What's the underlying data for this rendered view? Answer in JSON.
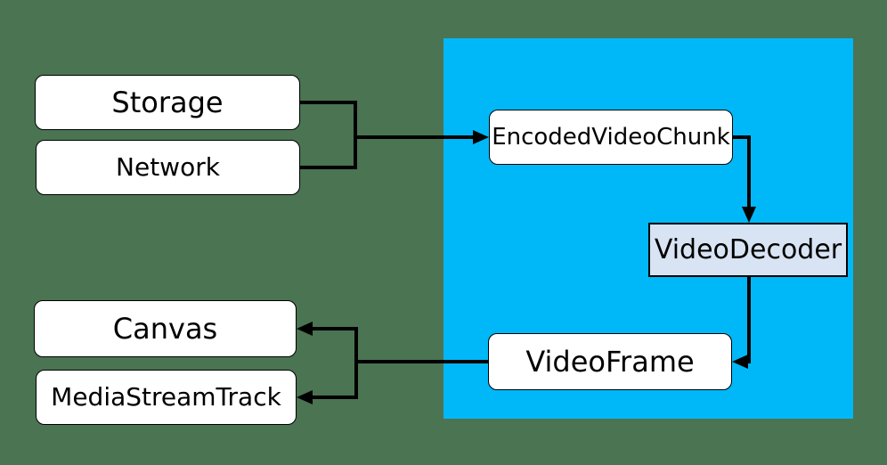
{
  "colors": {
    "background": "#4a7452",
    "region_fill": "#00b8f8",
    "box_fill": "#ffffff",
    "box_border": "#000000",
    "decoder_box_fill": "#d8e3f3",
    "connector": "#000000",
    "text": "#000000"
  },
  "nodes": {
    "storage": {
      "label": "Storage"
    },
    "network": {
      "label": "Network"
    },
    "encoded_video_chunk": {
      "label": "EncodedVideoChunk"
    },
    "video_decoder": {
      "label": "VideoDecoder"
    },
    "video_frame": {
      "label": "VideoFrame"
    },
    "canvas": {
      "label": "Canvas"
    },
    "media_stream_track": {
      "label": "MediaStreamTrack"
    }
  }
}
